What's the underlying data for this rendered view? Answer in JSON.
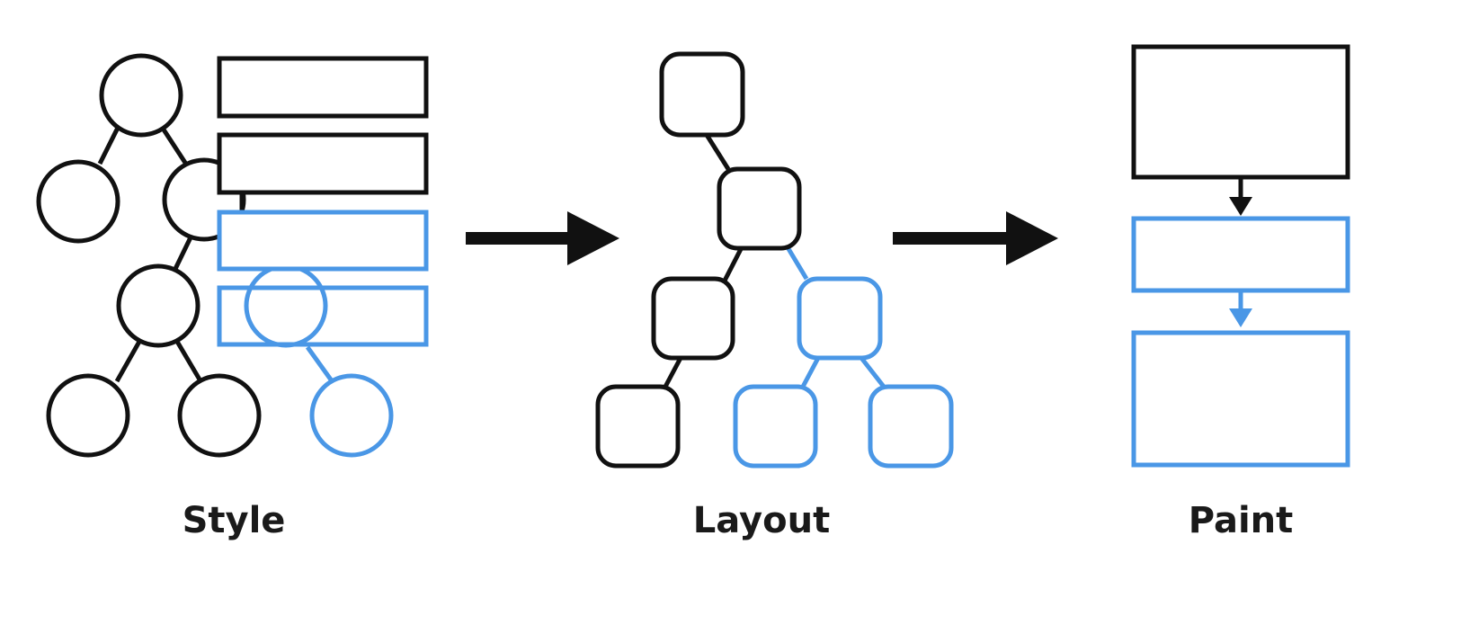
{
  "stages": [
    {
      "label": "Style"
    },
    {
      "label": "Layout"
    },
    {
      "label": "Paint"
    }
  ],
  "colors": {
    "ink": "#111111",
    "accent": "#4a97e6",
    "background": "#ffffff"
  }
}
